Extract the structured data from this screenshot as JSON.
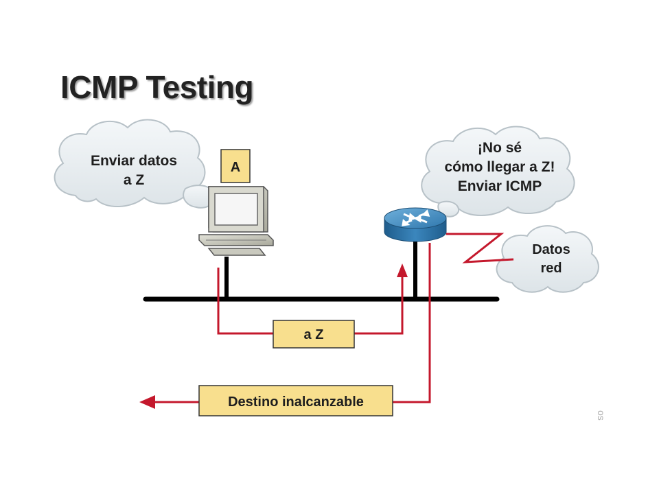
{
  "title": "ICMP Testing",
  "clouds": {
    "sender": [
      "Enviar datos",
      "a Z"
    ],
    "router": [
      "¡No sé",
      "cómo llegar a Z!",
      "Enviar ICMP"
    ],
    "data": [
      "Datos",
      "red"
    ]
  },
  "host_label": "A",
  "packets": {
    "forward": "a Z",
    "reply": "Destino inalcanzable"
  },
  "side_mark": "os",
  "colors": {
    "path": "#c4182c",
    "box_fill": "#f8df8e",
    "cloud_fill": "#e9eef1",
    "router": "#3c84b8"
  }
}
